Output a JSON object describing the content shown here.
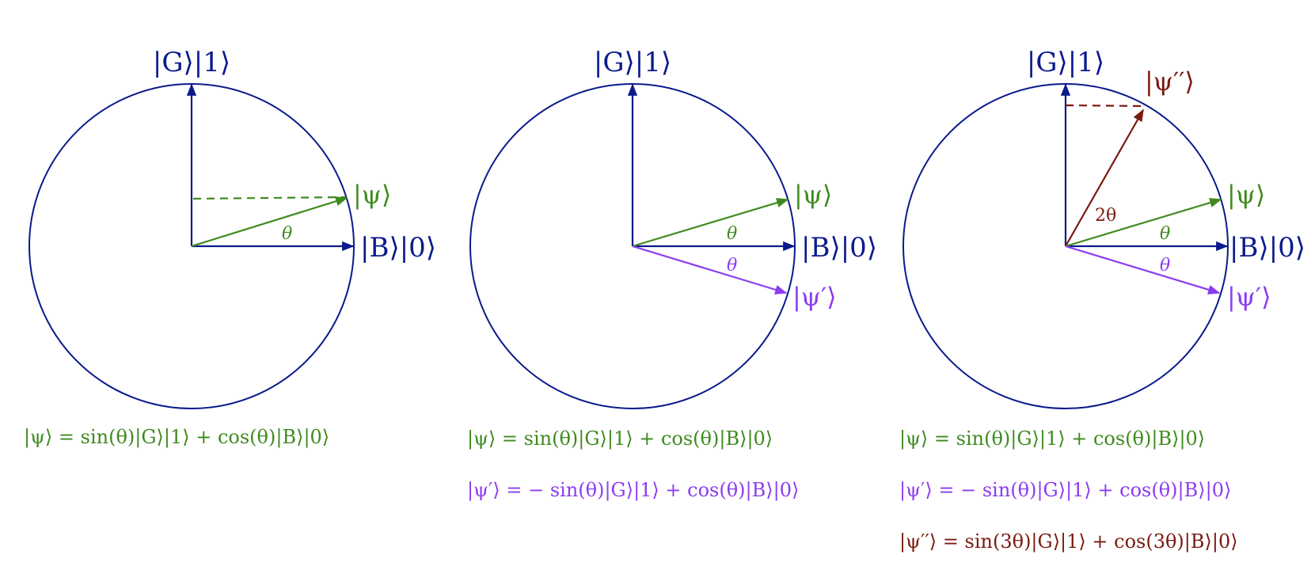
{
  "colors": {
    "axis": "#0a1a8c",
    "psi": "#3f8a1e",
    "psi_prime": "#8b3cf0",
    "psi_double_prime": "#7a1a10"
  },
  "panels": [
    {
      "axis_top_label": "|G⟩|1⟩",
      "axis_right_label": "|B⟩|0⟩",
      "psi_label": "|ψ⟩",
      "theta_label": "θ",
      "equations": [
        {
          "text": "|ψ⟩ = sin(θ)|G⟩|1⟩ + cos(θ)|B⟩|0⟩",
          "color": "#3f8a1e"
        }
      ]
    },
    {
      "axis_top_label": "|G⟩|1⟩",
      "axis_right_label": "|B⟩|0⟩",
      "psi_label": "|ψ⟩",
      "psi_prime_label": "|ψ′⟩",
      "theta_label": "θ",
      "theta_prime_label": "θ",
      "equations": [
        {
          "text": "|ψ⟩ = sin(θ)|G⟩|1⟩ + cos(θ)|B⟩|0⟩",
          "color": "#3f8a1e"
        },
        {
          "text": "|ψ′⟩ = − sin(θ)|G⟩|1⟩ + cos(θ)|B⟩|0⟩",
          "color": "#8b3cf0"
        }
      ]
    },
    {
      "axis_top_label": "|G⟩|1⟩",
      "axis_right_label": "|B⟩|0⟩",
      "psi_label": "|ψ⟩",
      "psi_prime_label": "|ψ′⟩",
      "psi_double_prime_label": "|ψ′′⟩",
      "theta_label": "θ",
      "theta_prime_label": "θ",
      "two_theta_label": "2θ",
      "equations": [
        {
          "text": "|ψ⟩ = sin(θ)|G⟩|1⟩ + cos(θ)|B⟩|0⟩",
          "color": "#3f8a1e"
        },
        {
          "text": "|ψ′⟩ = − sin(θ)|G⟩|1⟩ + cos(θ)|B⟩|0⟩",
          "color": "#8b3cf0"
        },
        {
          "text": "|ψ′′⟩ = sin(3θ)|G⟩|1⟩ + cos(3θ)|B⟩|0⟩",
          "color": "#7a1a10"
        }
      ]
    }
  ]
}
